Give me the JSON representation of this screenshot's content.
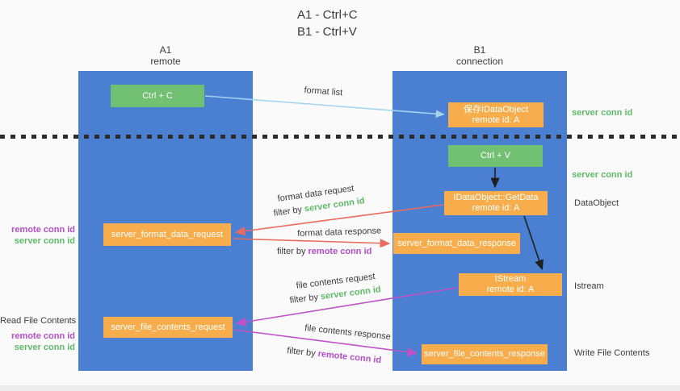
{
  "title": {
    "line1": "A1 - Ctrl+C",
    "line2": "B1 - Ctrl+V"
  },
  "columns": {
    "a": {
      "id": "A1",
      "subtitle": "remote"
    },
    "b": {
      "id": "B1",
      "subtitle": "connection"
    }
  },
  "boxes": {
    "ctrl_c": "Ctrl + C",
    "ctrl_v": "Ctrl + V",
    "save_dataobject_line1": "保存IDataObject",
    "save_dataobject_line2": "remote id: A",
    "getdata_line1": "IDataObject::GetData",
    "getdata_line2": "remote id: A",
    "istream_line1": "IStream",
    "istream_line2": "remote id: A",
    "format_request": "server_format_data_request",
    "format_response": "server_format_data_response",
    "file_request": "server_file_contents_request",
    "file_response": "server_file_contents_response"
  },
  "labels": {
    "format_list": "format list",
    "format_data_request": "format data request",
    "format_data_response": "format data response",
    "file_contents_request": "file contents request",
    "file_contents_response": "file contents response",
    "filter_by": "filter by ",
    "server_conn_id": "server conn id",
    "remote_conn_id": "remote conn id",
    "dataobject": "DataObject",
    "istream": "Istream",
    "read_file_contents": "Read File Contents",
    "write_file_contents": "Write File Contents"
  },
  "colors": {
    "lane_blue": "#4a7fd2",
    "box_orange": "#f8ad4c",
    "box_green": "#72c173",
    "text_green": "#5fba68",
    "text_purple": "#b44fcb",
    "arrow_red": "#e96a5f",
    "arrow_magenta": "#bf53c6",
    "arrow_lightblue": "#a5d3ee",
    "arrow_black": "#1f1f1f"
  }
}
